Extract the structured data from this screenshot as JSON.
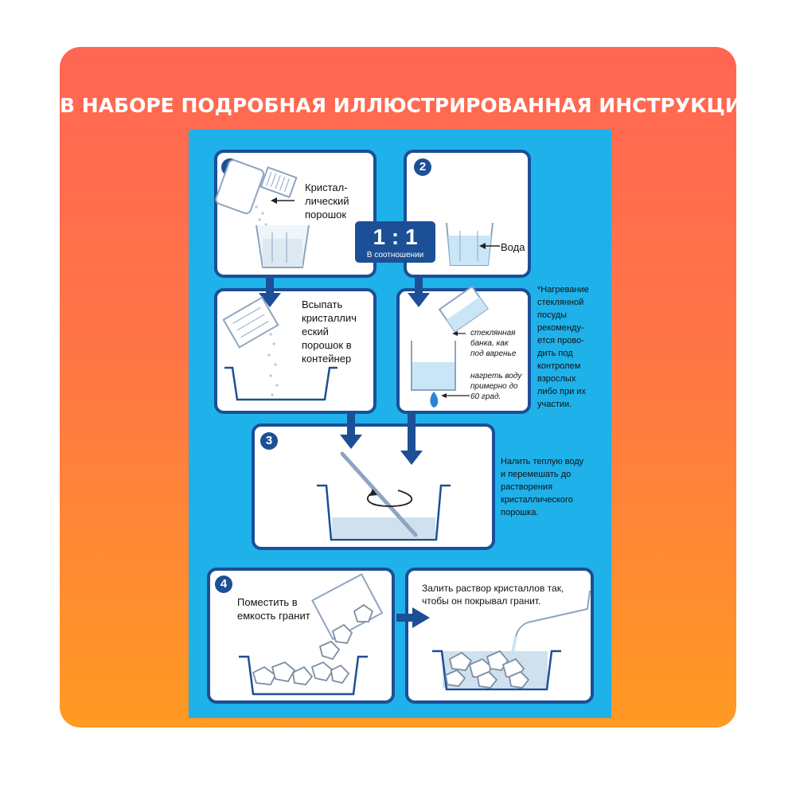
{
  "headline": "В НАБОРЕ ПОДРОБНАЯ ИЛЛЮСТРИРОВАННАЯ ИНСТРУКЦИЯ",
  "steps": {
    "s1": "1",
    "s2": "2",
    "s3": "3",
    "s4": "4"
  },
  "labels": {
    "powder": "Кристал-\nлический\nпорошок",
    "water": "Вода",
    "pour_powder": "Всыпать\nкристаллич\nеский\nпорошок в\nконтейнер",
    "jar": "стеклянная\nбанка, как\nпод варенье",
    "heat": "нагреть воду\nпримерно до\n60 град.",
    "heating_note": "*Нагревание\nстеклянной\nпосуды\nрекоменду-\nется прово-\nдить под\nконтролем\nвзрослых\nлибо при их\nучастии.",
    "mix": "Налить теплую воду\nи перемешать до\nрастворения\nкристаллического\nпорошка.",
    "granite": "Поместить в\nемкость гранит",
    "pour_solution": "Залить раствор кристаллов так,\nчтобы он покрывал гранит."
  },
  "ratio": {
    "value": "1 : 1",
    "caption": "В соотношении"
  },
  "colors": {
    "accent": "#1c4f96",
    "panel": "#1fb1ea",
    "gradient_top": "#ff6653",
    "gradient_bottom": "#ff9a22"
  }
}
